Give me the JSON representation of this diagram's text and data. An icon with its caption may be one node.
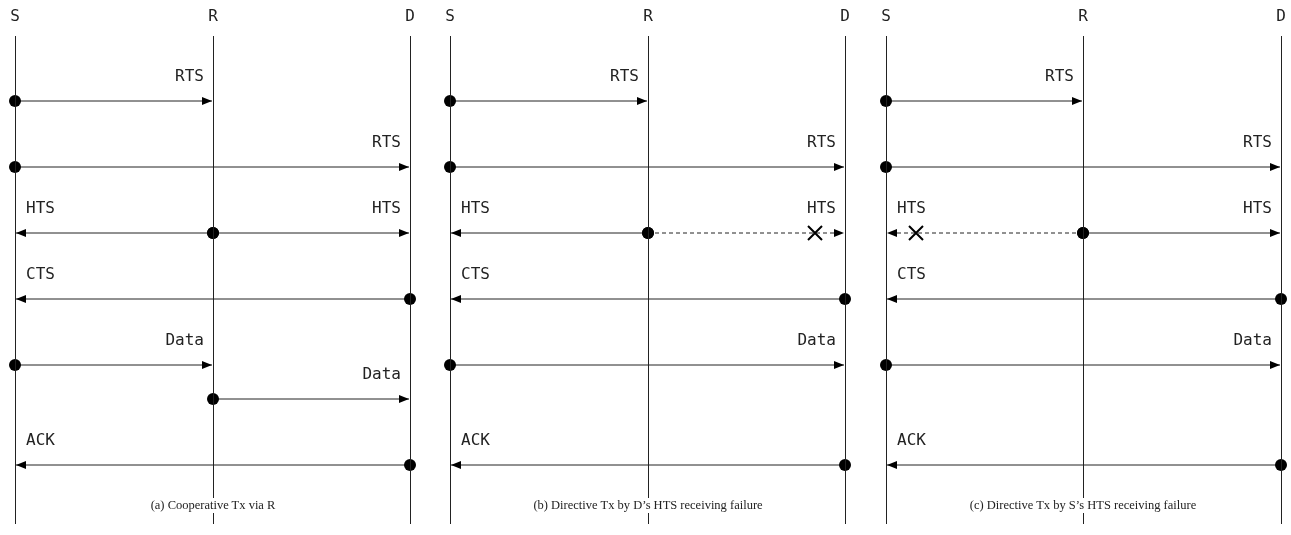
{
  "diagram": {
    "nodes": [
      {
        "text": [
          "S"
        ]
      },
      {
        "text": [
          "R"
        ]
      },
      {
        "text": [
          "D"
        ]
      },
      {
        "text": [
          "S"
        ]
      },
      {
        "text": [
          "R"
        ]
      },
      {
        "text": [
          "D"
        ]
      },
      {
        "text": [
          "S"
        ]
      },
      {
        "text": [
          "R"
        ]
      },
      {
        "text": [
          "D"
        ]
      }
    ],
    "edges": [
      {
        "from": 0,
        "to": 1,
        "arrow": "to",
        "label": "RTS"
      },
      {
        "from": 0,
        "to": 2,
        "arrow": "to",
        "label": "RTS"
      },
      {
        "from": 1,
        "to": 0,
        "arrow": "to",
        "label": "HTS"
      },
      {
        "from": 1,
        "to": 2,
        "arrow": "to",
        "label": "HTS"
      },
      {
        "from": 2,
        "to": 0,
        "arrow": "to",
        "label": "CTS"
      },
      {
        "from": 0,
        "to": 1,
        "arrow": "to",
        "label": "Data"
      },
      {
        "from": 1,
        "to": 2,
        "arrow": "to",
        "label": "Data"
      },
      {
        "from": 2,
        "to": 0,
        "arrow": "to",
        "label": "ACK"
      },
      {
        "from": 3,
        "to": 4,
        "arrow": "to",
        "label": "RTS"
      },
      {
        "from": 3,
        "to": 5,
        "arrow": "to",
        "label": "RTS"
      },
      {
        "from": 4,
        "to": 3,
        "arrow": "to",
        "label": "HTS"
      },
      {
        "from": 4,
        "to": 5,
        "arrow": "to",
        "label": "HTS",
        "style": "dashed"
      },
      {
        "from": 5,
        "to": 3,
        "arrow": "to",
        "label": "CTS"
      },
      {
        "from": 3,
        "to": 5,
        "arrow": "to",
        "label": "Data"
      },
      {
        "from": 5,
        "to": 3,
        "arrow": "to",
        "label": "ACK"
      },
      {
        "from": 6,
        "to": 7,
        "arrow": "to",
        "label": "RTS"
      },
      {
        "from": 6,
        "to": 8,
        "arrow": "to",
        "label": "RTS"
      },
      {
        "from": 7,
        "to": 6,
        "arrow": "to",
        "label": "HTS",
        "style": "dashed"
      },
      {
        "from": 7,
        "to": 8,
        "arrow": "to",
        "label": "HTS"
      },
      {
        "from": 8,
        "to": 6,
        "arrow": "to",
        "label": "CTS"
      },
      {
        "from": 6,
        "to": 8,
        "arrow": "to",
        "label": "Data"
      },
      {
        "from": 8,
        "to": 6,
        "arrow": "to",
        "label": "ACK"
      }
    ],
    "labels": [
      "(a) Cooperative Tx via R",
      "(b) Directive Tx by D’s HTS receiving failure",
      "(c) Directive Tx by S’s HTS receiving failure"
    ]
  }
}
